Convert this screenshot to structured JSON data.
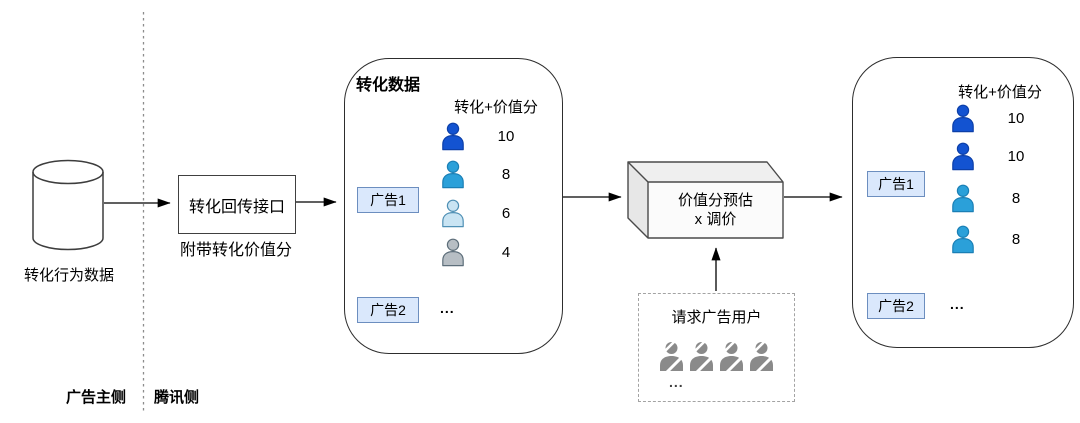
{
  "regions": {
    "advertiser_side_label": "广告主侧",
    "tencent_side_label": "腾讯侧"
  },
  "database": {
    "label": "转化行为数据"
  },
  "callback_api": {
    "label": "转化回传接口",
    "note": "附带转化价值分"
  },
  "conversion_panel": {
    "title": "转化数据",
    "column_header": "转化+价值分",
    "ad1": {
      "label": "广告1"
    },
    "ad2": {
      "label": "广告2",
      "ellipsis": "..."
    },
    "users": [
      {
        "value": "10",
        "color": "#1353d1",
        "stroke": "#0c3fa8"
      },
      {
        "value": "8",
        "color": "#2ba0d9",
        "stroke": "#1a7fb5"
      },
      {
        "value": "6",
        "color": "#c9e4f3",
        "stroke": "#4f90b5"
      },
      {
        "value": "4",
        "color": "#b7bec4",
        "stroke": "#5d6e7a"
      }
    ]
  },
  "model_box": {
    "line1": "价值分预估",
    "line2": "x 调价"
  },
  "request_users_box": {
    "label": "请求广告用户",
    "ellipsis": "...",
    "user_color": "#8a8a8a"
  },
  "output_panel": {
    "column_header": "转化+价值分",
    "ad1": {
      "label": "广告1"
    },
    "ad2": {
      "label": "广告2",
      "ellipsis": "..."
    },
    "users": [
      {
        "value": "10",
        "color": "#1353d1",
        "stroke": "#0c3fa8"
      },
      {
        "value": "10",
        "color": "#1353d1",
        "stroke": "#0c3fa8"
      },
      {
        "value": "8",
        "color": "#2ba0d9",
        "stroke": "#1a7fb5"
      },
      {
        "value": "8",
        "color": "#2ba0d9",
        "stroke": "#1a7fb5"
      }
    ]
  },
  "colors": {
    "ad_label_fill": "#dae8fc",
    "ad_label_border": "#6c8ebf"
  }
}
